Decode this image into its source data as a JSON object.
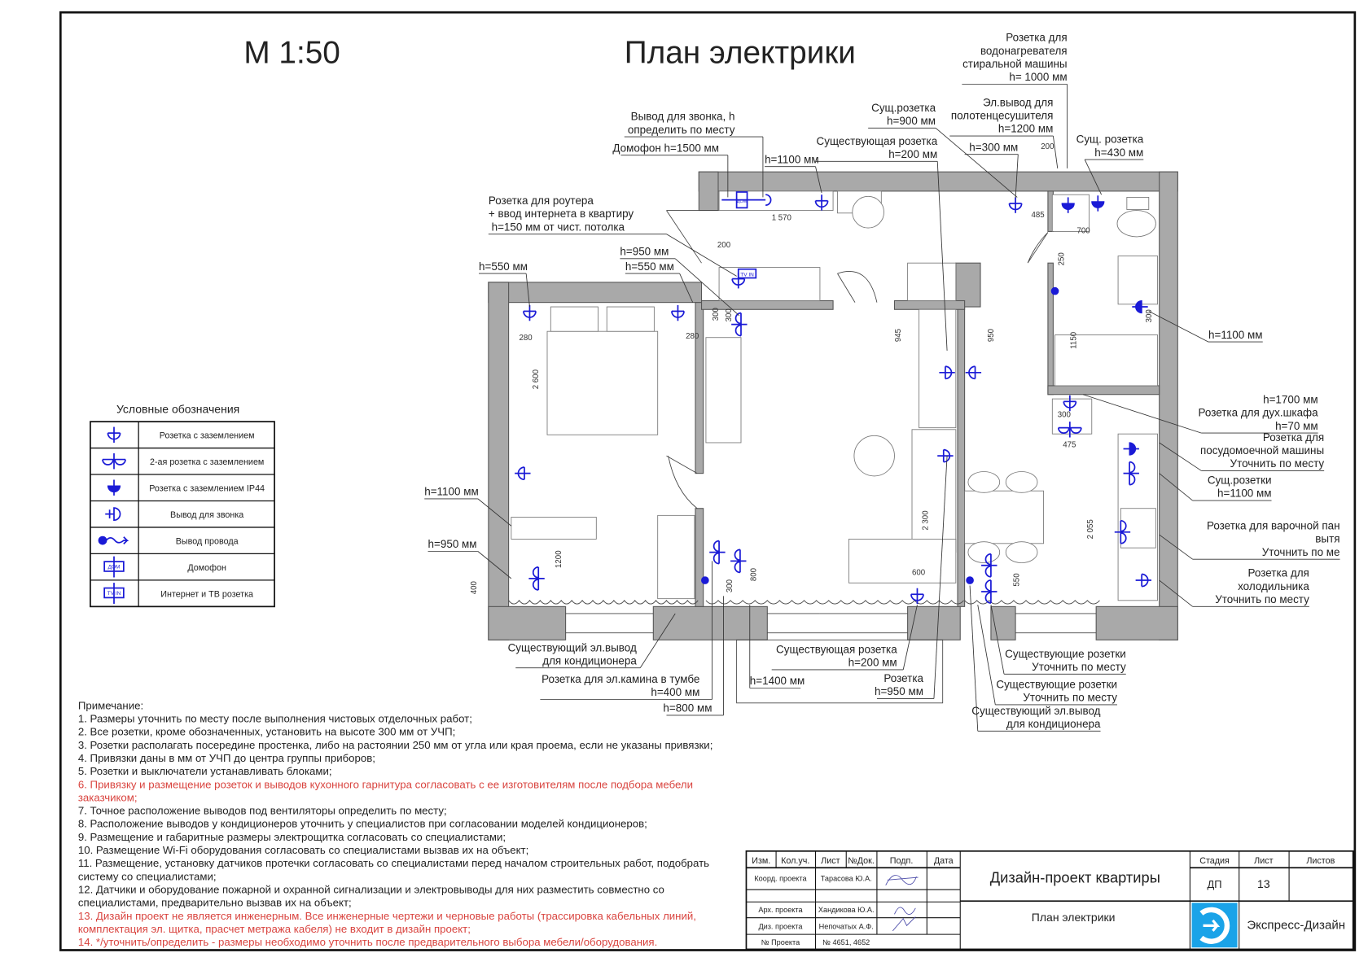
{
  "header": {
    "scale": "М 1:50",
    "title": "План электрики"
  },
  "legend": {
    "title": "Условные обозначения",
    "items": [
      {
        "icon": "socket-grounded-icon",
        "label": "Розетка с заземлением"
      },
      {
        "icon": "double-socket-grounded-icon",
        "label": "2-ая розетка с заземлением"
      },
      {
        "icon": "socket-ip44-icon",
        "label": "Розетка с заземлением IP44"
      },
      {
        "icon": "doorbell-outlet-icon",
        "label": "Вывод для звонка"
      },
      {
        "icon": "wire-outlet-icon",
        "label": "Вывод провода"
      },
      {
        "icon": "intercom-icon",
        "label": "Домофон",
        "tag": "ДОМ"
      },
      {
        "icon": "tv-internet-socket-icon",
        "label": "Интернет и ТВ розетка",
        "tag": "TV IN"
      }
    ]
  },
  "labels": [
    {
      "lines": [
        "Розетка для",
        "водонагревателя",
        "стиральной машины",
        "h= 1000 мм"
      ]
    },
    {
      "lines": [
        "Эл.вывод для",
        "полотенцесушителя",
        "h=1200 мм"
      ]
    },
    {
      "lines": [
        "Сущ.розетка",
        "h=900 мм"
      ]
    },
    {
      "lines": [
        "Существующая розетка",
        "h=200 мм"
      ]
    },
    {
      "lines": [
        "h=300 мм"
      ]
    },
    {
      "lines": [
        "Сущ. розетка",
        "h=430 мм"
      ]
    },
    {
      "lines": [
        "Вывод для звонка, h",
        "определить по месту"
      ]
    },
    {
      "lines": [
        "Домофон h=1500 мм"
      ]
    },
    {
      "lines": [
        "h=1100 мм"
      ]
    },
    {
      "lines": [
        "Розетка для роутера",
        "+ ввод интернета в квартиру",
        " h=150 мм от чист. потолка"
      ]
    },
    {
      "lines": [
        "h=950 мм"
      ]
    },
    {
      "lines": [
        "h=550 мм"
      ]
    },
    {
      "lines": [
        "h=550 мм"
      ]
    },
    {
      "lines": [
        "h=1100 мм"
      ]
    },
    {
      "lines": [
        "h=1700 мм",
        "Розетка для дух.шкафа",
        "h=70 мм"
      ]
    },
    {
      "lines": [
        "Розетка для",
        "посудомоечной машины",
        "Уточнить по месту"
      ]
    },
    {
      "lines": [
        "Сущ.розетки",
        "h=1100 мм"
      ]
    },
    {
      "lines": [
        "Розетка для варочной пан",
        "вытя",
        "Уточнить по ме"
      ]
    },
    {
      "lines": [
        "Розетка для",
        "холодильника",
        "Уточнить по месту"
      ]
    },
    {
      "lines": [
        "h=1100 мм"
      ]
    },
    {
      "lines": [
        "h=950 мм"
      ]
    },
    {
      "lines": [
        "Существующий эл.вывод",
        "для кондиционера"
      ]
    },
    {
      "lines": [
        "Розетка для эл.камина в тумбе",
        "h=400 мм"
      ]
    },
    {
      "lines": [
        "h=800 мм"
      ]
    },
    {
      "lines": [
        "Существующая розетка",
        "h=200 мм"
      ]
    },
    {
      "lines": [
        "h=1400 мм"
      ]
    },
    {
      "lines": [
        "Розетка",
        "h=950 мм"
      ]
    },
    {
      "lines": [
        "Существующие розетки",
        "Уточнить по месту"
      ]
    },
    {
      "lines": [
        "Существующие розетки",
        "Уточнить по месту"
      ]
    },
    {
      "lines": [
        "Существующий эл.вывод",
        "для кондиционера"
      ]
    }
  ],
  "dimensions": [
    "1 570",
    "200",
    "485",
    "700",
    "200",
    "250",
    "300",
    "1150",
    "280",
    "280",
    "2 600",
    "300",
    "945",
    "950",
    "300",
    "475",
    "2 300",
    "600",
    "2 055",
    "1200",
    "400",
    "300",
    "800",
    "550",
    "300"
  ],
  "device_tags": {
    "intercom": "ДОМ",
    "tv": "TV IN"
  },
  "notes": {
    "title": "Примечание:",
    "items": [
      {
        "text": "1. Размеры уточнить по месту после выполнения чистовых отделочных работ;",
        "red": false
      },
      {
        "text": "2. Все розетки, кроме обозначенных, установить на высоте 300 мм от УЧП;",
        "red": false
      },
      {
        "text": "3. Розетки располагать посередине простенка, либо на растоянии 250 мм от угла или края проема, если не указаны привязки;",
        "red": false
      },
      {
        "text": "4. Привязки даны в мм от УЧП до центра группы приборов;",
        "red": false
      },
      {
        "text": "5. Розетки и выключатели устанавливать блоками;",
        "red": false
      },
      {
        "text": "6. Привязку и размещение розеток и выводов кухонного гарнитура согласовать с ее изготовителям после подбора мебели",
        "red": true
      },
      {
        "text": "заказчиком;",
        "red": true
      },
      {
        "text": "7. Точное расположение выводов под вентиляторы определить по месту;",
        "red": false
      },
      {
        "text": "8. Расположение выводов у кондиционеров уточнить у специалистов при согласовании моделей кондиционеров;",
        "red": false
      },
      {
        "text": "9. Размещение и габаритные размеры электрощитка согласовать со специалистами;",
        "red": false
      },
      {
        "text": "10. Размещение Wi-Fi оборудования согласовать со специалистами вызвав их на объект;",
        "red": false
      },
      {
        "text": "11. Размещение, установку датчиков протечки согласовать со специалистами перед началом строительных работ, подобрать",
        "red": false
      },
      {
        "text": "системy со специалистами;",
        "red": false
      },
      {
        "text": "12. Датчики и оборудование пожарной и охранной сигнализации и электровыводы для них разместить совместно со",
        "red": false
      },
      {
        "text": "специалистами, предварительно вызвав их на объект;",
        "red": false
      },
      {
        "text": "13. Дизайн проект не является инженерным. Все инженерные чертежи и черновые работы (трассировка кабельных линий,",
        "red": true
      },
      {
        "text": "комплектация эл. щитка, прасчет метража кабеля) не входит в дизайн проект;",
        "red": true
      },
      {
        "text": "14.   */уточнить/определить - размеры необходимо уточнить после предварительного выбора мебели/оборудования.",
        "red": true
      }
    ]
  },
  "title_block": {
    "headers": [
      "Изм.",
      "Кол.уч.",
      "Лист",
      "№Док.",
      "Подп.",
      "Дата"
    ],
    "roles": [
      {
        "role": "Коорд. проекта",
        "name": "Тарасова Ю.А."
      },
      {
        "role": "",
        "name": ""
      },
      {
        "role": "Арх. проекта",
        "name": "Хандикова Ю.А."
      },
      {
        "role": "Диз. проекта",
        "name": "Непочатых А.Ф."
      },
      {
        "role": "№ Проекта",
        "name": "№ 4651, 4652"
      }
    ],
    "project_title": "Дизайн-проект квартиры",
    "sheet_title": "План электрики",
    "stage_label": "Стадия",
    "sheet_label": "Лист",
    "sheets_label": "Листов",
    "stage": "ДП",
    "sheet": "13",
    "sheets": "",
    "company": "Экспресс-Дизайн",
    "logo_color": "#1aa3e8"
  },
  "colors": {
    "device": "#1a1ad6",
    "wall": "#a9a9a9",
    "note_red": "#d9443f"
  }
}
